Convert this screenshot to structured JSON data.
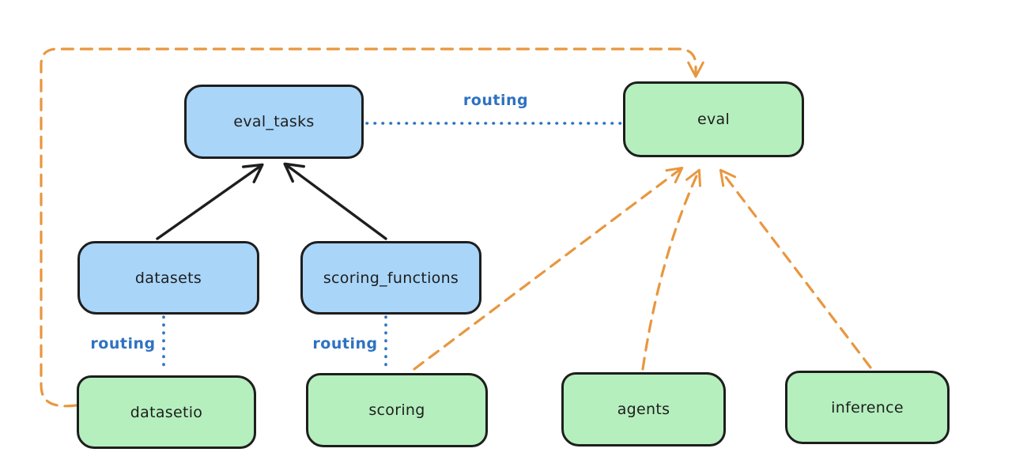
{
  "diagram": {
    "nodes": {
      "eval_tasks": {
        "label": "eval_tasks",
        "fill": "#a9d5f8"
      },
      "eval": {
        "label": "eval",
        "fill": "#b5efbd"
      },
      "datasets": {
        "label": "datasets",
        "fill": "#a9d5f8"
      },
      "scoring_functions": {
        "label": "scoring_functions",
        "fill": "#a9d5f8"
      },
      "datasetio": {
        "label": "datasetio",
        "fill": "#b5efbd"
      },
      "scoring": {
        "label": "scoring",
        "fill": "#b5efbd"
      },
      "agents": {
        "label": "agents",
        "fill": "#b5efbd"
      },
      "inference": {
        "label": "inference",
        "fill": "#b5efbd"
      }
    },
    "edges": [
      {
        "from": "datasets",
        "to": "eval_tasks",
        "style": "solid-arrow",
        "color": "#1e1e1e"
      },
      {
        "from": "scoring_functions",
        "to": "eval_tasks",
        "style": "solid-arrow",
        "color": "#1e1e1e"
      },
      {
        "from": "eval_tasks",
        "to": "eval",
        "style": "dotted",
        "label": "routing",
        "color": "#2e72c2"
      },
      {
        "from": "datasets",
        "to": "datasetio",
        "style": "dotted",
        "label": "routing",
        "color": "#2e72c2"
      },
      {
        "from": "scoring_functions",
        "to": "scoring",
        "style": "dotted",
        "label": "routing",
        "color": "#2e72c2"
      },
      {
        "from": "datasetio",
        "to": "eval",
        "style": "dashed-arrow",
        "color": "#e8973f"
      },
      {
        "from": "scoring",
        "to": "eval",
        "style": "dashed-arrow",
        "color": "#e8973f"
      },
      {
        "from": "agents",
        "to": "eval",
        "style": "dashed-arrow",
        "color": "#e8973f"
      },
      {
        "from": "inference",
        "to": "eval",
        "style": "dashed-arrow",
        "color": "#e8973f"
      }
    ],
    "colors": {
      "blue_node_fill": "#a9d5f8",
      "green_node_fill": "#b5efbd",
      "node_stroke": "#1e1e1e",
      "solid_arrow": "#1e1e1e",
      "routing_line": "#2e72c2",
      "provider_arrow": "#e8973f",
      "background": "#ffffff"
    }
  }
}
